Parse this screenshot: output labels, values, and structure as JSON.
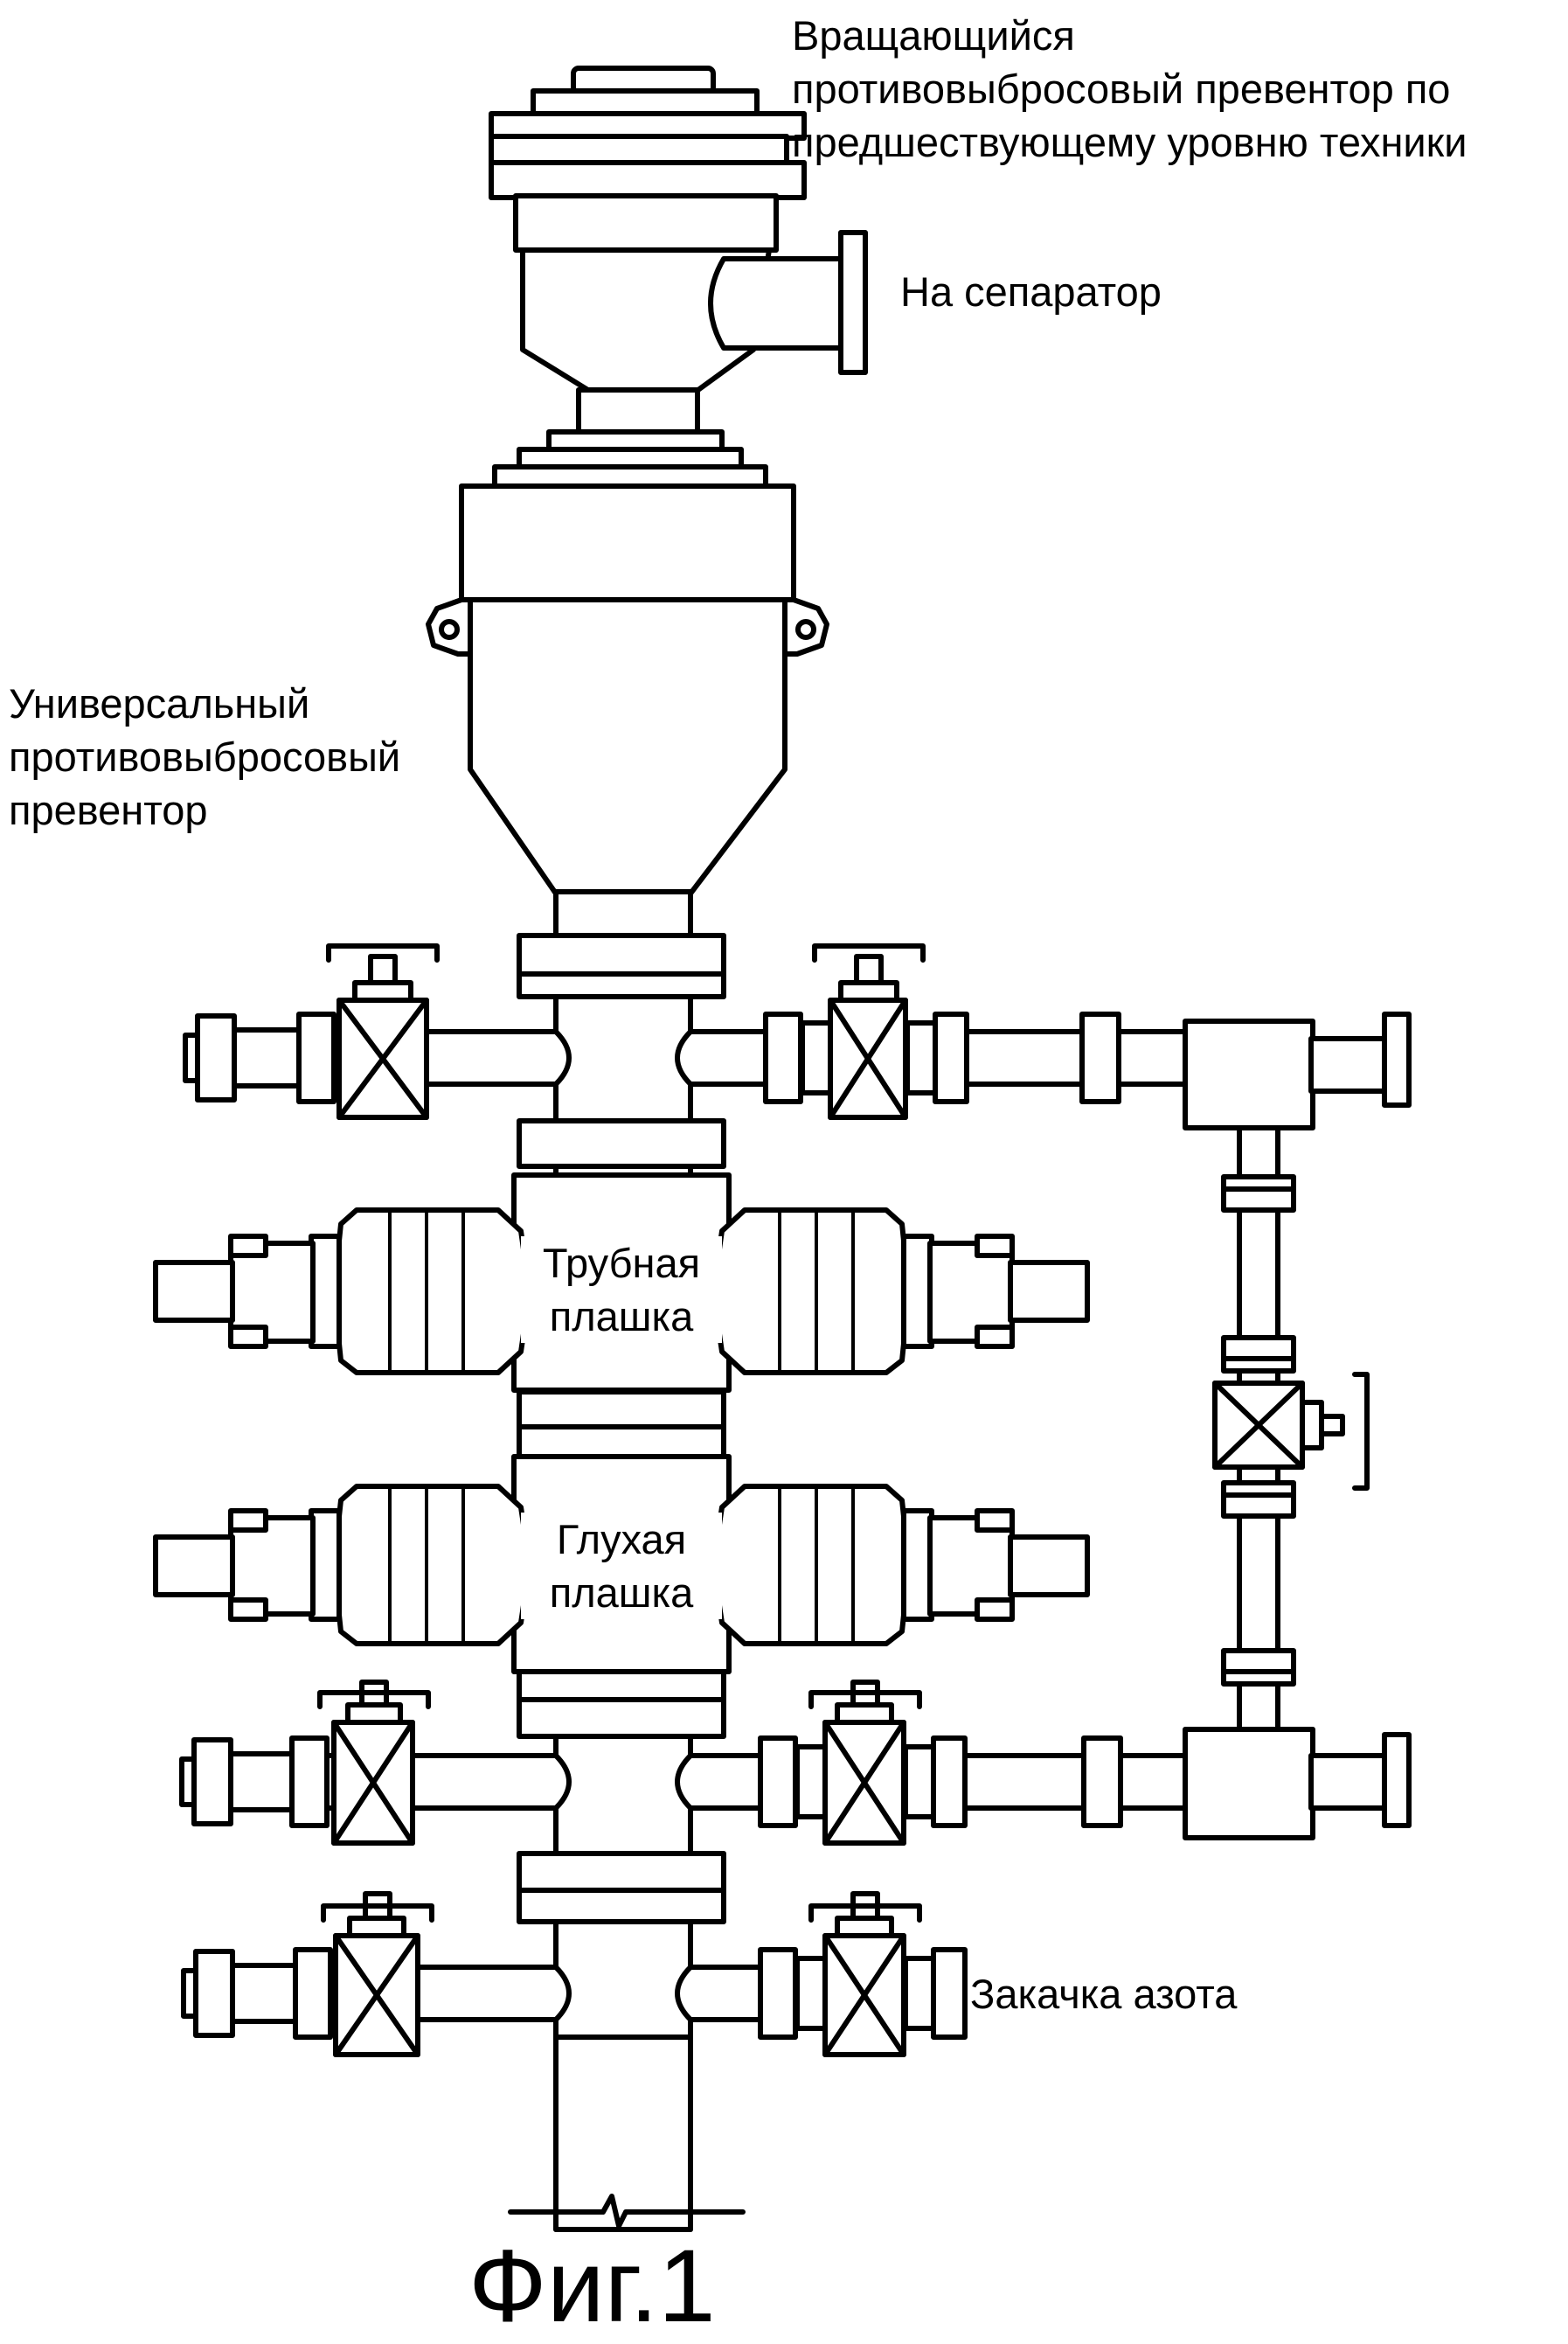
{
  "labels": {
    "rotating_bop": [
      "Вращающийся",
      "противовыбросовый превентор по",
      "предшествующему уровню техники"
    ],
    "separator": "На сепаратор",
    "annular_bop": [
      "Универсальный",
      "противовыбросовый",
      "превентор"
    ],
    "pipe_ram": [
      "Трубная",
      "плашка"
    ],
    "blind_ram": [
      "Глухая",
      "плашка"
    ],
    "nitrogen": "Закачка азота"
  },
  "figure_caption": "Фиг.1"
}
